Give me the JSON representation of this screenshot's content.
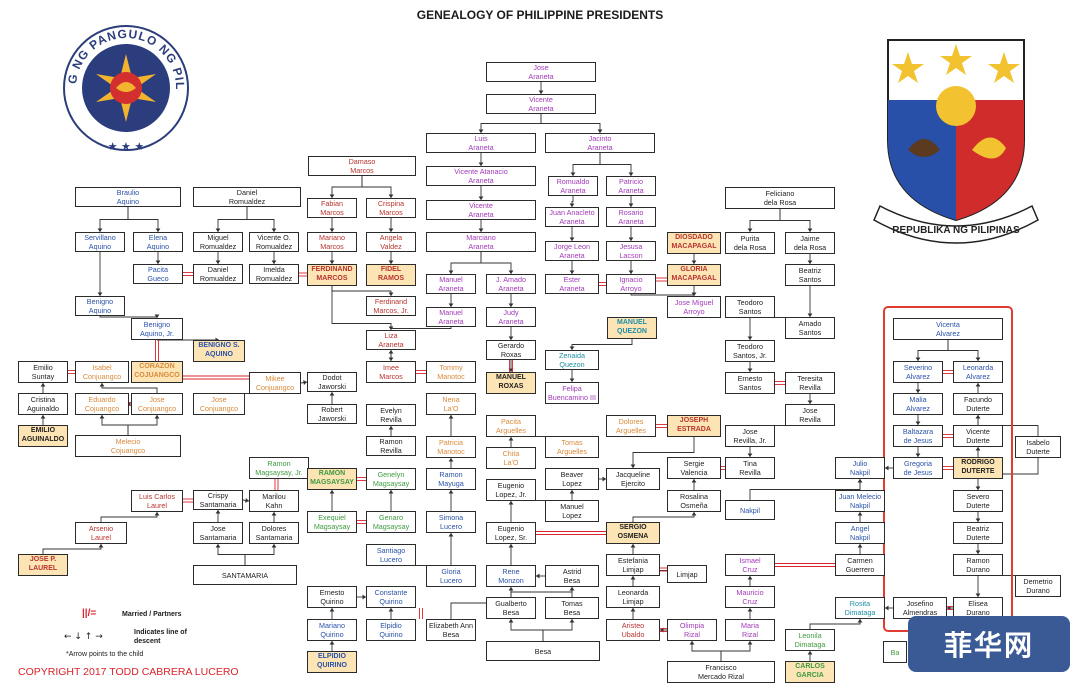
{
  "title": "GENEALOGY OF PHILIPPINE PRESIDENTS",
  "copyright": "COPYRIGHT 2017 TODD CABRERA LUCERO",
  "legend": {
    "married_symbol": "||/=",
    "married_label": "Married / Partners",
    "descent_symbol": "← ↓ ↑ →",
    "descent_label": "Indicates line of descent",
    "note": "*Arrow points to the child"
  },
  "seal_left": {
    "text": "SAGISAG NG PANGULO NG PILIPINAS"
  },
  "seal_right": {
    "text": "REPUBLIKA NG PILIPINAS"
  },
  "watermark": "菲华网",
  "colors": {
    "black": "#222222",
    "blue": "#2a52a8",
    "purple": "#a23ab8",
    "red": "#b8342f",
    "orange": "#d98a3a",
    "green": "#3f9a3f",
    "teal": "#1f8fa3",
    "president_fill": "#fce4b5",
    "highlight": "#e03c31",
    "marriage_line": "#d9232d"
  },
  "nodes": [
    {
      "id": "jose_araneta",
      "text": "Jose\nAraneta",
      "color": "purple"
    },
    {
      "id": "vicente_araneta",
      "text": "Vicente\nAraneta",
      "color": "purple"
    },
    {
      "id": "luis_araneta",
      "text": "Luis\nAraneta",
      "color": "purple"
    },
    {
      "id": "jacinto_araneta",
      "text": "Jacinto\nAraneta",
      "color": "purple"
    },
    {
      "id": "damaso_marcos",
      "text": "Damaso\nMarcos",
      "color": "red"
    },
    {
      "id": "vicente_atanacio",
      "text": "Vicente Atanacio\nAraneta",
      "color": "purple"
    },
    {
      "id": "romualdo_araneta",
      "text": "Romualdo\nAraneta",
      "color": "purple"
    },
    {
      "id": "patricio_araneta",
      "text": "Patricio\nAraneta",
      "color": "purple"
    },
    {
      "id": "braulio_aquino",
      "text": "Braulio\nAquino",
      "color": "blue"
    },
    {
      "id": "daniel_romualdez",
      "text": "Daniel\nRomualdez",
      "color": "black"
    },
    {
      "id": "fabian_marcos",
      "text": "Fabian\nMarcos",
      "color": "red"
    },
    {
      "id": "crispina_marcos",
      "text": "Crispina\nMarcos",
      "color": "red"
    },
    {
      "id": "vicente_araneta2",
      "text": "Vicente\nAraneta",
      "color": "purple"
    },
    {
      "id": "juan_anacleto",
      "text": "Juan Anacleto\nAraneta",
      "color": "purple"
    },
    {
      "id": "rosario_araneta",
      "text": "Rosario\nAraneta",
      "color": "purple"
    },
    {
      "id": "feliciano_rosa",
      "text": "Feliciano\ndela Rosa",
      "color": "black"
    },
    {
      "id": "servillano_aquino",
      "text": "Servillano\nAquino",
      "color": "blue"
    },
    {
      "id": "elena_aquino",
      "text": "Elena\nAquino",
      "color": "blue"
    },
    {
      "id": "miguel_romualdez",
      "text": "Miguel\nRomualdez",
      "color": "black"
    },
    {
      "id": "vicente_romualdez",
      "text": "Vicente O.\nRomualdez",
      "color": "black"
    },
    {
      "id": "mariano_marcos",
      "text": "Mariano\nMarcos",
      "color": "red"
    },
    {
      "id": "angela_valdez",
      "text": "Angela\nValdez",
      "color": "red"
    },
    {
      "id": "marciano_araneta",
      "text": "Marciano\nAraneta",
      "color": "purple"
    },
    {
      "id": "jorge_leon",
      "text": "Jorge Leon\nAraneta",
      "color": "purple"
    },
    {
      "id": "jesusa_lacson",
      "text": "Jesusa\nLacson",
      "color": "purple"
    },
    {
      "id": "diosdado",
      "text": "DIOSDADO\nMACAPAGAL",
      "color": "red",
      "president": true
    },
    {
      "id": "purita_rosa",
      "text": "Purita\ndela Rosa",
      "color": "black"
    },
    {
      "id": "jaime_rosa",
      "text": "Jaime\ndela Rosa",
      "color": "black"
    },
    {
      "id": "pacita_gueco",
      "text": "Pacita\nGueco",
      "color": "blue"
    },
    {
      "id": "daniel_romualdez2",
      "text": "Daniel\nRomualdez",
      "color": "black"
    },
    {
      "id": "imelda",
      "text": "Imelda\nRomualdez",
      "color": "black"
    },
    {
      "id": "ferdinand",
      "text": "FERDINAND\nMARCOS",
      "color": "red",
      "president": true
    },
    {
      "id": "fidel",
      "text": "FIDEL\nRAMOS",
      "color": "red",
      "president": true
    },
    {
      "id": "manuel_araneta",
      "text": "Manuel\nAraneta",
      "color": "purple"
    },
    {
      "id": "j_amado",
      "text": "J. Amado\nAraneta",
      "color": "purple"
    },
    {
      "id": "ester_araneta",
      "text": "Ester\nAraneta",
      "color": "purple"
    },
    {
      "id": "ignacio_arroyo",
      "text": "Ignacio\nArroyo",
      "color": "purple"
    },
    {
      "id": "gloria",
      "text": "GLORIA\nMACAPAGAL",
      "color": "red",
      "president": true
    },
    {
      "id": "beatriz_santos",
      "text": "Beatriz\nSantos",
      "color": "black"
    },
    {
      "id": "benigno_aquino",
      "text": "Benigno\nAquino",
      "color": "blue"
    },
    {
      "id": "ferdinand_jr",
      "text": "Ferdinand\nMarcos, Jr.",
      "color": "red"
    },
    {
      "id": "manuel_araneta2",
      "text": "Manuel\nAraneta",
      "color": "purple"
    },
    {
      "id": "judy_araneta",
      "text": "Judy\nAraneta",
      "color": "purple"
    },
    {
      "id": "jose_miguel_arroyo",
      "text": "Jose Miguel\nArroyo",
      "color": "purple"
    },
    {
      "id": "teodoro_santos",
      "text": "Teodoro\nSantos",
      "color": "black"
    },
    {
      "id": "amado_santos",
      "text": "Amado\nSantos",
      "color": "black"
    },
    {
      "id": "benigno_jr",
      "text": "Benigno\nAquino, Jr.",
      "color": "blue"
    },
    {
      "id": "liza_araneta",
      "text": "Liza\nAraneta",
      "color": "red"
    },
    {
      "id": "gerardo_roxas",
      "text": "Gerardo\nRoxas",
      "color": "black"
    },
    {
      "id": "manuel_quezon",
      "text": "MANUEL\nQUEZON",
      "color": "teal",
      "president": true
    },
    {
      "id": "benigno_s",
      "text": "BENIGNO S.\nAQUINO",
      "color": "blue",
      "president": true
    },
    {
      "id": "teodoro_jr",
      "text": "Teodoro\nSantos, Jr.",
      "color": "black"
    },
    {
      "id": "zenaida",
      "text": "Zenaida\nQuezon",
      "color": "teal"
    },
    {
      "id": "emilio_suntay",
      "text": "Emilio\nSuntay",
      "color": "black"
    },
    {
      "id": "isabel_cojuangco",
      "text": "Isabel\nConjuangco",
      "color": "orange"
    },
    {
      "id": "corazon",
      "text": "CORAZON\nCOJUANGCO",
      "color": "orange",
      "president": true
    },
    {
      "id": "mikee",
      "text": "Mikee\nConjuangco",
      "color": "orange"
    },
    {
      "id": "dodot",
      "text": "Dodot\nJaworski",
      "color": "black"
    },
    {
      "id": "imee",
      "text": "Imee\nMarcos",
      "color": "red"
    },
    {
      "id": "tommy_manotoc",
      "text": "Tommy\nManotoc",
      "color": "orange"
    },
    {
      "id": "manuel_roxas",
      "text": "MANUEL\nROXAS",
      "color": "black",
      "president": true
    },
    {
      "id": "ernesto_santos",
      "text": "Ernesto\nSantos",
      "color": "black"
    },
    {
      "id": "teresita_revilla",
      "text": "Teresita\nRevilla",
      "color": "black"
    },
    {
      "id": "felipa",
      "text": "Felipa\nBuencamino III",
      "color": "purple"
    },
    {
      "id": "cristina_aguinaldo",
      "text": "Cristina\nAguinaldo",
      "color": "black"
    },
    {
      "id": "eduardo_cojuangco",
      "text": "Eduardo\nCojuangco",
      "color": "orange"
    },
    {
      "id": "jose_cojuangco",
      "text": "Jose\nConjuangco",
      "color": "orange"
    },
    {
      "id": "jose_cojuangco2",
      "text": "Jose\nConjuangco",
      "color": "orange"
    },
    {
      "id": "robert_jaworski",
      "text": "Robert\nJaworski",
      "color": "black"
    },
    {
      "id": "evelyn_revilla",
      "text": "Evelyn\nRevilla",
      "color": "black"
    },
    {
      "id": "nena_lao",
      "text": "Nena\nLa'O",
      "color": "orange"
    },
    {
      "id": "pacita_arguelles",
      "text": "Pacita\nArguelles",
      "color": "orange"
    },
    {
      "id": "dolores_arguelles",
      "text": "Dolores\nArguelles",
      "color": "orange"
    },
    {
      "id": "joseph",
      "text": "JOSEPH\nESTRADA",
      "color": "red",
      "president": true
    },
    {
      "id": "jose_revilla",
      "text": "Jose\nRevilla",
      "color": "black"
    },
    {
      "id": "emilio_aguinaldo",
      "text": "EMILIO\nAGUINALDO",
      "color": "black",
      "president": true
    },
    {
      "id": "melecio",
      "text": "Melecio\nCojuangco",
      "color": "orange"
    },
    {
      "id": "ramon_revilla",
      "text": "Ramon\nRevilla",
      "color": "black"
    },
    {
      "id": "patricia_manotoc",
      "text": "Patricia\nManotoc",
      "color": "orange"
    },
    {
      "id": "chita_lao",
      "text": "Chita\nLa'O",
      "color": "orange"
    },
    {
      "id": "tomas_arguelles",
      "text": "Tomas\nArguelles",
      "color": "orange"
    },
    {
      "id": "jose_revilla_jr",
      "text": "Jose\nRevilla, Jr.",
      "color": "black"
    },
    {
      "id": "ramon_magsaysay_jr",
      "text": "Ramon\nMagsaysay, Jr.",
      "color": "green"
    },
    {
      "id": "ramon_magsaysay",
      "text": "RAMON\nMAGSAYSAY",
      "color": "green",
      "president": true
    },
    {
      "id": "genelyn",
      "text": "Genelyn\nMagsaysay",
      "color": "green"
    },
    {
      "id": "ramon_mayuga",
      "text": "Ramon\nMayuga",
      "color": "blue"
    },
    {
      "id": "eugenio_lopez_jr",
      "text": "Eugenio\nLopez, Jr.",
      "color": "black"
    },
    {
      "id": "beaver_lopez",
      "text": "Beaver\nLopez",
      "color": "black"
    },
    {
      "id": "jacqueline",
      "text": "Jacqueline\nEjercito",
      "color": "black"
    },
    {
      "id": "sergie",
      "text": "Sergie\nValencia",
      "color": "black"
    },
    {
      "id": "tina_revilla",
      "text": "Tina\nRevilla",
      "color": "black"
    },
    {
      "id": "julio_nakpil",
      "text": "Julio\nNakpil",
      "color": "blue"
    },
    {
      "id": "luis_laurel",
      "text": "Luis Carlos\nLaurel",
      "color": "red"
    },
    {
      "id": "crispy",
      "text": "Crispy\nSantamaria",
      "color": "black"
    },
    {
      "id": "marilou_kahn",
      "text": "Marilou\nKahn",
      "color": "black"
    },
    {
      "id": "manuel_lopez",
      "text": "Manuel\nLopez",
      "color": "black"
    },
    {
      "id": "rosalina_osmena",
      "text": "Rosalina\nOsmeña",
      "color": "black"
    },
    {
      "id": "juan_melecio",
      "text": "Juan Melecio\nNakpil",
      "color": "blue"
    },
    {
      "id": "nakpil",
      "text": "Nakpil",
      "color": "blue"
    },
    {
      "id": "exequiel",
      "text": "Exequiel\nMagsaysay",
      "color": "green"
    },
    {
      "id": "genaro",
      "text": "Genaro\nMagsaysay",
      "color": "green"
    },
    {
      "id": "simona_lucero",
      "text": "Simona\nLucero",
      "color": "blue"
    },
    {
      "id": "arsenio_laurel",
      "text": "Arsenio\nLaurel",
      "color": "red"
    },
    {
      "id": "jose_santamaria",
      "text": "Jose\nSantamaria",
      "color": "black"
    },
    {
      "id": "dolores_santamaria",
      "text": "Dolores\nSantamaria",
      "color": "black"
    },
    {
      "id": "eugenio_lopez_sr",
      "text": "Eugenio\nLopez, Sr.",
      "color": "black"
    },
    {
      "id": "sergio_osmena",
      "text": "SERGIO\nOSMENA",
      "color": "black",
      "president": true
    },
    {
      "id": "angel_nakpil",
      "text": "Angel\nNakpil",
      "color": "blue"
    },
    {
      "id": "santiago_lucero",
      "text": "Santiago\nLucero",
      "color": "blue"
    },
    {
      "id": "jose_laurel",
      "text": "JOSE P.\nLAUREL",
      "color": "red",
      "president": true
    },
    {
      "id": "gloria_lucero",
      "text": "Gloria\nLucero",
      "color": "blue"
    },
    {
      "id": "rene_monzon",
      "text": "Rene\nMonzon",
      "color": "blue"
    },
    {
      "id": "astrid_besa",
      "text": "Astrid\nBesa",
      "color": "black"
    },
    {
      "id": "estefania",
      "text": "Estefania\nLimjap",
      "color": "black"
    },
    {
      "id": "ismael_cruz",
      "text": "Ismael\nCruz",
      "color": "purple"
    },
    {
      "id": "carmen_guerrero",
      "text": "Carmen\nGuerrero",
      "color": "black"
    },
    {
      "id": "santamaria",
      "text": "SANTAMARIA",
      "color": "black"
    },
    {
      "id": "limjap",
      "text": "Limjap",
      "color": "black"
    },
    {
      "id": "ernesto_quirino",
      "text": "Ernesto\nQuirino",
      "color": "black"
    },
    {
      "id": "constante_quirino",
      "text": "Constante\nQuirino",
      "color": "blue"
    },
    {
      "id": "gualberto_besa",
      "text": "Gualberto\nBesa",
      "color": "black"
    },
    {
      "id": "tomas_besa",
      "text": "Tomas\nBesa",
      "color": "black"
    },
    {
      "id": "leonarda_limjap",
      "text": "Leonarda\nLimjap",
      "color": "black"
    },
    {
      "id": "mauricio_cruz",
      "text": "Mauricio\nCruz",
      "color": "purple"
    },
    {
      "id": "rosita_dimataga",
      "text": "Rosita\nDimataga",
      "color": "teal"
    },
    {
      "id": "mariano_quirino",
      "text": "Mariano\nQuirino",
      "color": "blue"
    },
    {
      "id": "elpidio_quirino",
      "text": "Elpidio\nQuirino",
      "color": "blue"
    },
    {
      "id": "elizabeth_besa",
      "text": "Elizabeth Ann\nBesa",
      "color": "black"
    },
    {
      "id": "aristeo_ubaldo",
      "text": "Aristeo\nUbaldo",
      "color": "red"
    },
    {
      "id": "olimpia_rizal",
      "text": "Olimpia\nRizal",
      "color": "purple"
    },
    {
      "id": "maria_rizal",
      "text": "Maria\nRizal",
      "color": "purple"
    },
    {
      "id": "leonila",
      "text": "Leonila\nDimataga",
      "color": "green"
    },
    {
      "id": "elpidio",
      "text": "ELPIDIO\nQUIRINO",
      "color": "blue",
      "president": true
    },
    {
      "id": "besa",
      "text": "Besa",
      "color": "black"
    },
    {
      "id": "francisco_rizal",
      "text": "Francisco\nMercado Rizal",
      "color": "black"
    },
    {
      "id": "carlos_garcia",
      "text": "CARLOS\nGARCIA",
      "color": "green",
      "president": true
    },
    {
      "id": "vicenta_alvarez",
      "text": "Vicenta\nAlvarez",
      "color": "blue"
    },
    {
      "id": "severino_alvarez",
      "text": "Severino\nAlvarez",
      "color": "blue"
    },
    {
      "id": "leonarda_alvarez",
      "text": "Leonarda\nAlvarez",
      "color": "blue"
    },
    {
      "id": "malia_alvarez",
      "text": "Malia\nAlvarez",
      "color": "blue"
    },
    {
      "id": "facundo",
      "text": "Facundo\nDuterte",
      "color": "black"
    },
    {
      "id": "baltazara",
      "text": "Baltazara\nde Jesus",
      "color": "blue"
    },
    {
      "id": "vicente_duterte",
      "text": "Vicente\nDuterte",
      "color": "black"
    },
    {
      "id": "isabelo",
      "text": "Isabelo\nDuterte",
      "color": "black"
    },
    {
      "id": "gregoria",
      "text": "Gregoria\nde Jesus",
      "color": "blue"
    },
    {
      "id": "rodrigo",
      "text": "RODRIGO\nDUTERTE",
      "color": "black",
      "president": true
    },
    {
      "id": "severo_duterte",
      "text": "Severo\nDuterte",
      "color": "black"
    },
    {
      "id": "beatriz_duterte",
      "text": "Beatriz\nDuterte",
      "color": "black"
    },
    {
      "id": "ramon_durano",
      "text": "Ramon\nDurano",
      "color": "black"
    },
    {
      "id": "demetrio",
      "text": "Demetrio\nDurano",
      "color": "black"
    },
    {
      "id": "josefino",
      "text": "Josefino\nAlmendras",
      "color": "black"
    },
    {
      "id": "elisea",
      "text": "Elisea\nDurano",
      "color": "black"
    },
    {
      "id": "ba",
      "text": "Ba",
      "color": "green"
    }
  ]
}
